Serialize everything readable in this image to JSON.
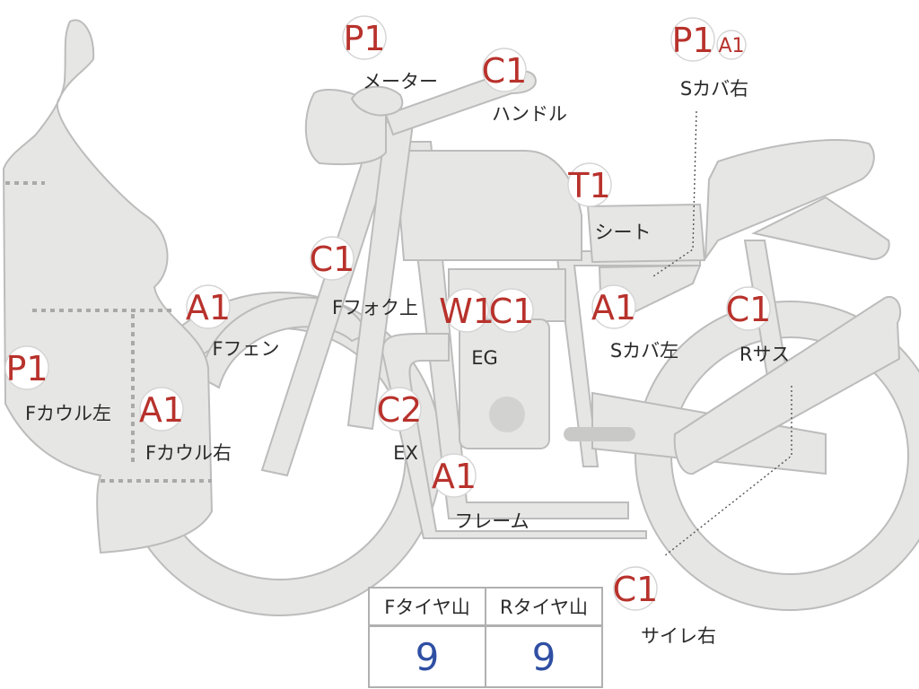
{
  "callouts": [
    {
      "code": "P1",
      "label": "メーター"
    },
    {
      "code": "C1",
      "label": "ハンドル"
    },
    {
      "code": "P1",
      "code2": "A1",
      "label": "Sカバ右"
    },
    {
      "code": "T1",
      "label": "シート"
    },
    {
      "code": "C1",
      "label": "Fフォク上"
    },
    {
      "code": "A1",
      "label": "Fフェン"
    },
    {
      "code": "W1",
      "code2": "C1",
      "label": "EG"
    },
    {
      "code": "A1",
      "label": "Sカバ左"
    },
    {
      "code": "C1",
      "label": "Rサス"
    },
    {
      "code": "P1",
      "label": "Fカウル左"
    },
    {
      "code": "A1",
      "label": "Fカウル右"
    },
    {
      "code": "C2",
      "label": "EX"
    },
    {
      "code": "A1",
      "label": "フレーム"
    },
    {
      "code": "C1",
      "label": "サイレ右"
    }
  ],
  "tread_table": {
    "headers": [
      "Fタイヤ山",
      "Rタイヤ山"
    ],
    "values": [
      "9",
      "9"
    ]
  },
  "colors": {
    "code": "#b8322c",
    "tread_value": "#2f4fa3",
    "part_fill": "#e6e6e4"
  }
}
